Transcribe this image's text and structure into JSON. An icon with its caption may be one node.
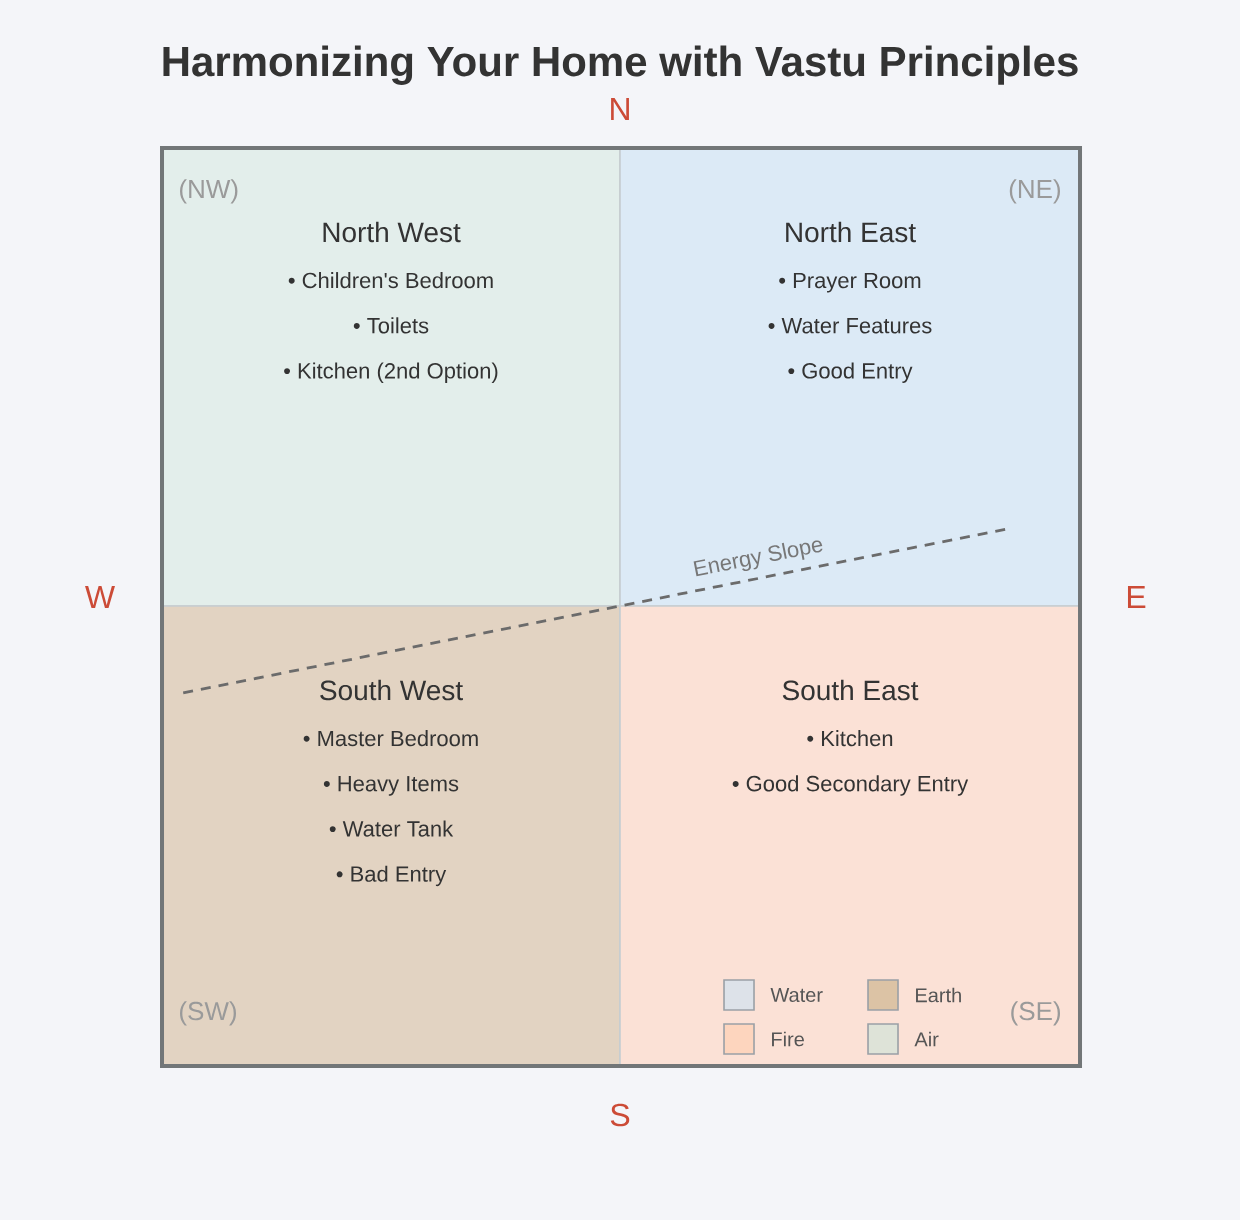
{
  "diagram": {
    "title": "Harmonizing Your Home with Vastu Principles",
    "nodes": [
      {
        "text": [
          "(NW)",
          "North West",
          "• Children's Bedroom",
          "• Toilets",
          "• Kitchen (2nd Option)"
        ]
      },
      {
        "text": [
          "(NE)",
          "North East",
          "• Prayer Room",
          "• Water Features",
          "• Good Entry"
        ]
      },
      {
        "text": [
          "South West",
          "• Master Bedroom",
          "• Heavy Items",
          "• Water Tank",
          "• Bad Entry",
          "(SW)"
        ]
      },
      {
        "text": [
          "South East",
          "• Kitchen",
          "• Good Secondary Entry",
          "(SE)"
        ]
      }
    ],
    "edges": [
      {
        "from": 2,
        "to": 1,
        "arrow": "none",
        "style": "dashed",
        "label": "Energy Slope"
      }
    ],
    "labels": [
      "N",
      "W",
      "E",
      "S"
    ],
    "legend": [
      {
        "text": "Water",
        "color": "#dde2e9"
      },
      {
        "text": "Earth",
        "color": "#dcc3a5"
      },
      {
        "text": "Fire",
        "color": "#fdd5be"
      },
      {
        "text": "Air",
        "color": "#dee3d8"
      }
    ]
  }
}
